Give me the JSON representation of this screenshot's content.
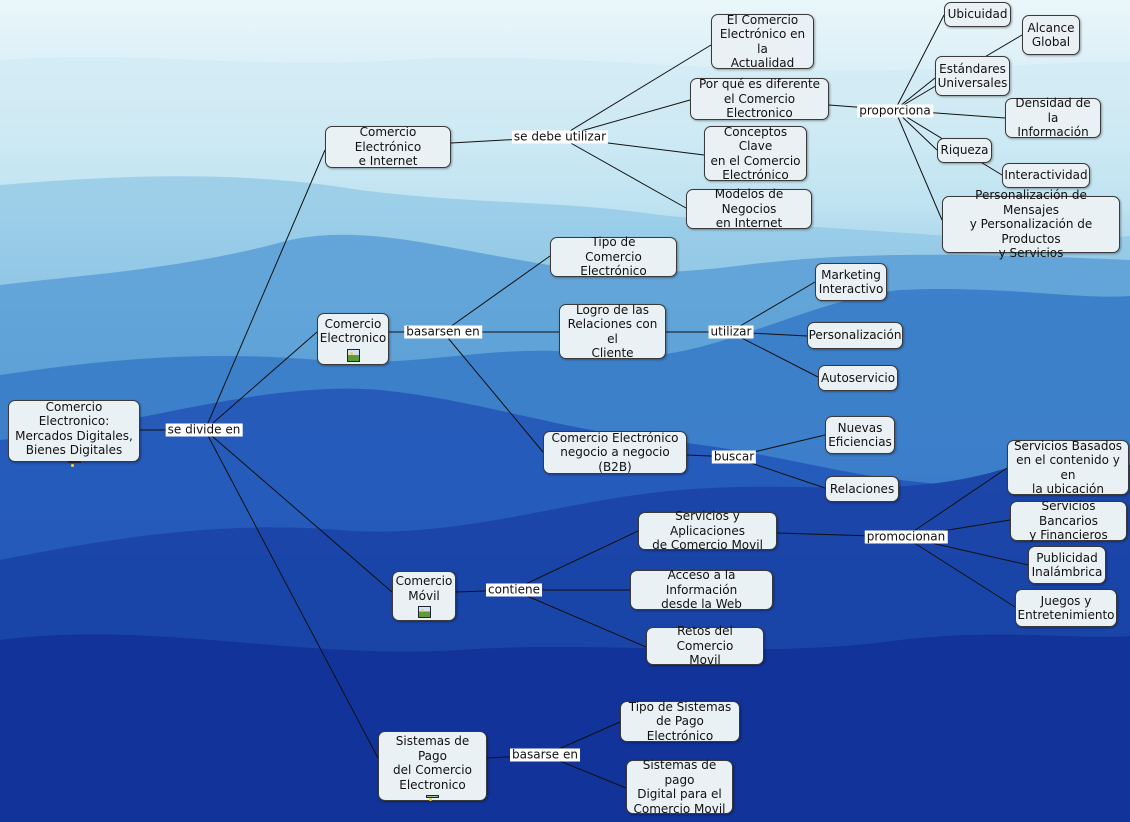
{
  "nodes": {
    "root": "Comercio Electronico:\nMercados Digitales,\nBienes Digitales",
    "internet": "Comercio Electrónico\ne Internet",
    "actualidad": "El Comercio\nElectrónico en la\nActualidad",
    "diferente": "Por qué es diferente\nel Comercio Electronico",
    "conceptos": "Conceptos Clave\nen el Comercio\nElectrónico",
    "modelos": "Modelos de Negocios\nen Internet",
    "ubicuidad": "Ubicuidad",
    "alcance": "Alcance\nGlobal",
    "estandares": "Estándares\nUniversales",
    "densidad": "Densidad de la\nInformación",
    "riqueza": "Riqueza",
    "interactividad": "Interactividad",
    "personalizacion_msg": "Personalización de Mensajes\ny Personalización de Productos\ny Servicios",
    "ce": "Comercio\nElectronico",
    "tipo_ce": "Tipo de\nComercio Electrónico",
    "logro": "Logro de las\nRelaciones con el\nCliente",
    "marketing": "Marketing\nInteractivo",
    "personalizacion": "Personalización",
    "autoservicio": "Autoservicio",
    "b2b": "Comercio Electrónico\nnegocio a negocio (B2B)",
    "nuevas": "Nuevas\nEficiencias",
    "relaciones": "Relaciones",
    "movil": "Comercio\nMóvil",
    "servicios_apps": "Servicios y Aplicaciones\nde Comercio Movil",
    "acceso": "Acceso a la Información\ndesde la Web",
    "retos": "Retos del Comercio\nMovil",
    "serv_contenido": "Servicios Basados\nen el contenido y en\nla ubicación",
    "serv_bancarios": "Servicios Bancarios\ny Financieros",
    "publicidad": "Publicidad\nInalámbrica",
    "juegos": "Juegos y\nEntretenimiento",
    "pago": "Sistemas de Pago\ndel Comercio\nElectronico",
    "tipo_pago": "Tipo de Sistemas\nde Pago Electrónico",
    "pago_digital": "Sistemas de pago\nDigital para el\nComercio Movil"
  },
  "links": {
    "se_divide_en": "se divide en",
    "se_debe_utilizar": "se debe utilizar",
    "proporciona": "proporciona",
    "basarsen_en": "basarsen en",
    "utilizar": "utilizar",
    "buscar": "buscar",
    "contiene": "contiene",
    "promocionan": "promocionan",
    "basarse_en": "basarse en"
  },
  "colors": {
    "sky": "#f2f9fb",
    "deep": "#0d2a8a",
    "node_fill": "#eaf1f4",
    "line": "#111111"
  }
}
